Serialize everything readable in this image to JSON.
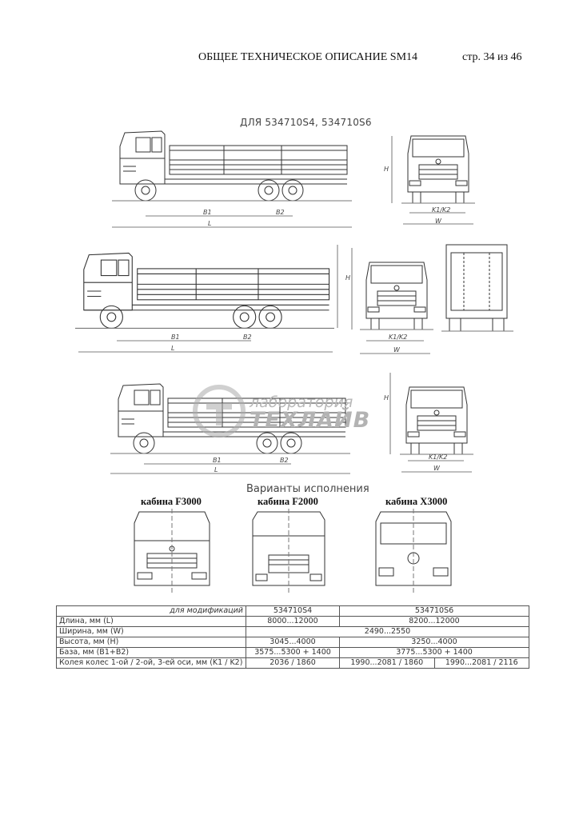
{
  "header": {
    "title": "ОБЩЕЕ ТЕХНИЧЕСКОЕ ОПИСАНИЕ SM14",
    "page": "стр. 34 из 46"
  },
  "model_label": "ДЛЯ 534710S4, 534710S6",
  "dimension_labels": {
    "h": "H",
    "w": "W",
    "b1": "B1",
    "b2": "B2",
    "l": "L",
    "track": "K1/K2"
  },
  "variants": {
    "title": "Варианты исполнения",
    "cabs": [
      "кабина F3000",
      "кабина F2000",
      "кабина X3000"
    ]
  },
  "watermark": {
    "line1": "лаборатория",
    "line2": "ТЕХЛАЙВ"
  },
  "table": {
    "header": {
      "label": "для модификаций",
      "m1": "534710S4",
      "m2": "534710S6"
    },
    "rows": [
      {
        "label": "Длина, мм (L)",
        "v1": "8000...12000",
        "v2": "8200...12000"
      },
      {
        "label": "Ширина, мм (W)",
        "both": "2490...2550"
      },
      {
        "label": "Высота, мм (H)",
        "v1": "3045...4000",
        "v2": "3250...4000"
      },
      {
        "label": "База, мм (B1+B2)",
        "v1": "3575...5300 + 1400",
        "v2": "3775...5300 + 1400"
      },
      {
        "label": "Колея колес 1-ой / 2-ой, 3-ей оси, мм (K1 / K2)",
        "v1": "2036 / 1860",
        "v2a": "1990...2081 / 1860",
        "v2b": "1990...2081 / 2116"
      }
    ]
  }
}
